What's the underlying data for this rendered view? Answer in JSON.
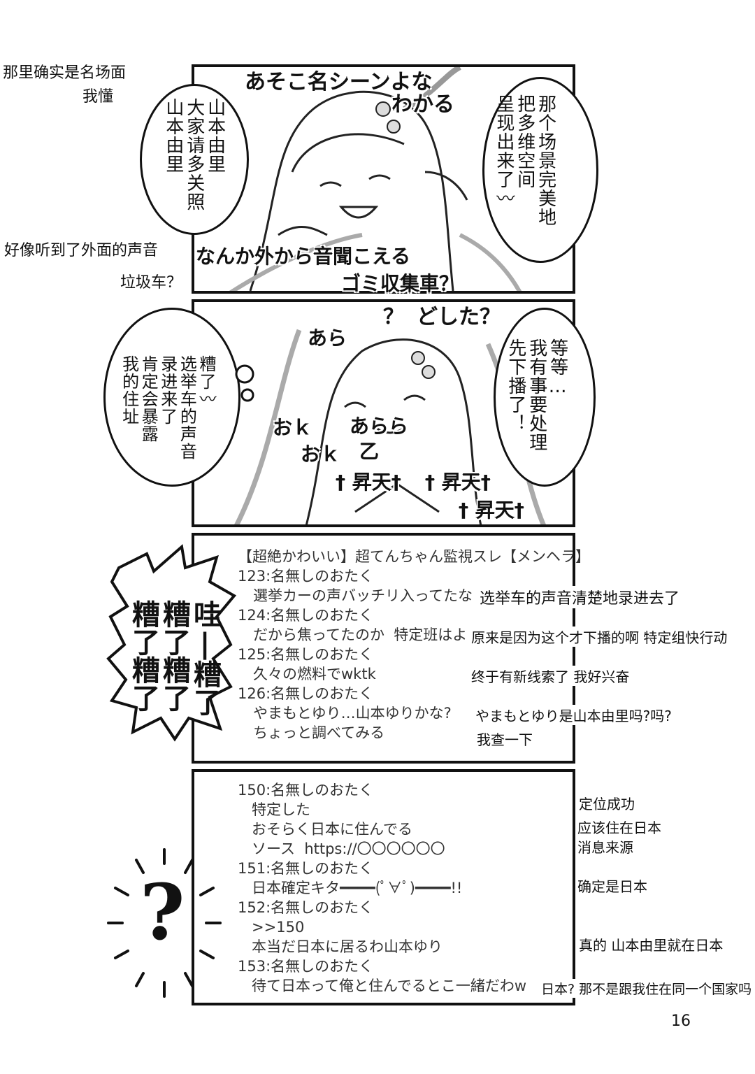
{
  "panel1": {
    "margin_translation_1": "那里确实是名场面",
    "margin_translation_2": "我懂",
    "sfx_main": "あそこ名シーンよな",
    "sfx_main2": "わかる",
    "bubble_left": "山本由里\n大家请多关照\n山本由里",
    "bubble_right": "那个场景完美地\n把多维空间\n呈现出来了〰",
    "margin_translation_3": "好像听到了外面的声音",
    "sfx_outside": "なんか外から音聞こえる",
    "sfx_garbage": "ゴミ収集車？",
    "margin_translation_4": "垃圾车？"
  },
  "panel2": {
    "sfx_q": "？",
    "sfx_doshita": "どした？",
    "sfx_ara": "あら",
    "sfx_arara": "あらら",
    "sfx_ok1": "おｋ",
    "sfx_ok2": "おｋ",
    "sfx_otsu": "乙",
    "sfx_shoten1": "† 昇天†",
    "sfx_shoten2": "† 昇天†",
    "sfx_shoten3": "† 昇天†",
    "bubble_left": "糟了〰\n选举车的声音\n录进来了\n肯定会暴露\n我的住址",
    "bubble_right": "等等…\n我有事要处理\n先下播了！"
  },
  "panel3": {
    "thread_title": "【超絶かわいい】超てんちゃん監視スレ【メンヘラ】",
    "posts": [
      {
        "head": "123:名無しのおたく",
        "body": "選挙カーの声バッチリ入ってたな",
        "trans": "选举车的声音清楚地录进去了"
      },
      {
        "head": "124:名無しのおたく",
        "body": "だから焦ってたのか  特定班はよ",
        "trans": "原来是因为这个才下播的啊 特定组快行动"
      },
      {
        "head": "125:名無しのおたく",
        "body": "久々の燃料でwktk",
        "trans": "终于有新线索了  我好兴奋"
      },
      {
        "head": "126:名無しのおたく",
        "body": "やまもとゆり…山本ゆりかな?",
        "trans": "やまもとゆり是山本由里吗?吗?"
      },
      {
        "head": "",
        "body": "ちょっと調べてみる",
        "trans": "我查一下"
      }
    ],
    "shout": [
      "哇|糟了",
      "糟了糟了",
      "糟了糟了"
    ]
  },
  "panel4": {
    "lines": [
      "150:名無しのおたく",
      "   特定した",
      "   おそらく日本に住んでる",
      "   ソース  https://〇〇〇〇〇〇",
      "151:名無しのおたく",
      "   日本確定キタ━━━━(ﾟ∀ﾟ)━━━━!!",
      "152:名無しのおたく",
      "   >>150",
      "   本当だ日本に居るわ山本ゆり",
      "153:名無しのおたく",
      "   待て日本って俺と住んでるとこ一緒だわw"
    ],
    "trans": [
      "定位成功",
      "应该住在日本",
      "消息来源",
      "确定是日本",
      "真的 山本由里就在日本",
      "日本?  那不是跟我住在同一个国家吗"
    ],
    "question": "?"
  },
  "page_number": "16"
}
